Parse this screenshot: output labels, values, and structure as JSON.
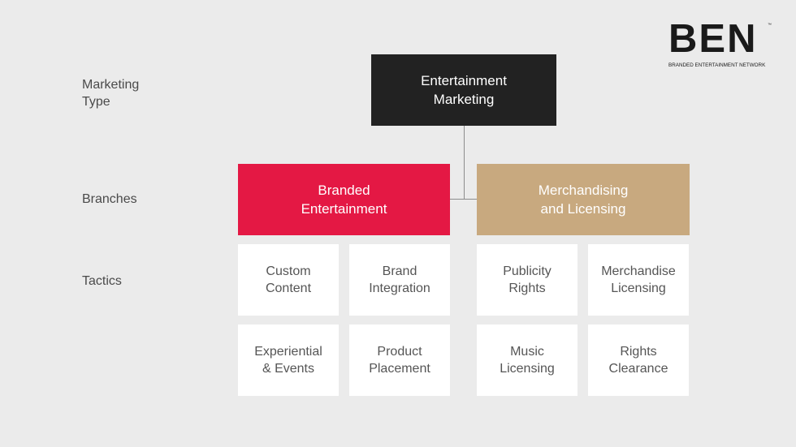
{
  "logo": {
    "text": "BEN",
    "tm": "™",
    "subtitle": "BRANDED ENTERTAINMENT NETWORK"
  },
  "row_labels": {
    "marketing_type": "Marketing\nType",
    "branches": "Branches",
    "tactics": "Tactics"
  },
  "top_node": {
    "label": "Entertainment\nMarketing",
    "color": "#222222"
  },
  "branches": [
    {
      "label": "Branded\nEntertainment",
      "color": "#e41844"
    },
    {
      "label": "Merchandising\nand Licensing",
      "color": "#c8a97f"
    }
  ],
  "tactics": [
    "Custom\nContent",
    "Brand\nIntegration",
    "Publicity\nRights",
    "Merchandise\nLicensing",
    "Experiential\n& Events",
    "Product\nPlacement",
    "Music\nLicensing",
    "Rights\nClearance"
  ]
}
